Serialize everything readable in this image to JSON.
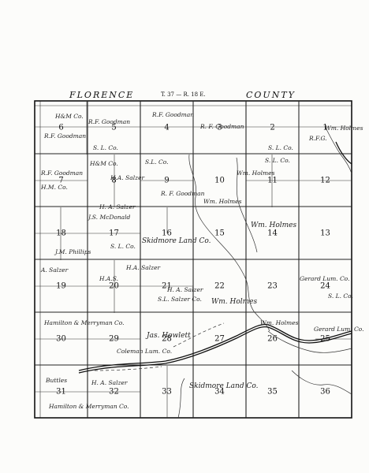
{
  "header": {
    "county_left": "FLORENCE",
    "county_right": "COUNTY",
    "township_range": "T. 37 — R. 18 E."
  },
  "sections": [
    "6",
    "5",
    "4",
    "3",
    "2",
    "1",
    "7",
    "8",
    "9",
    "10",
    "11",
    "12",
    "18",
    "17",
    "16",
    "15",
    "14",
    "13",
    "19",
    "20",
    "21",
    "22",
    "23",
    "24",
    "30",
    "29",
    "28",
    "27",
    "26",
    "25",
    "31",
    "32",
    "33",
    "34",
    "35",
    "36"
  ],
  "owners": {
    "goodman_6": "R.F. Goodman",
    "hm_6": "H&M Co.",
    "goodman_5": "R.F. Goodman",
    "slco_5": "S. L. Co.",
    "goodman_4": "R.F. Goodman",
    "goodman_3": "R. F. Goodman",
    "slco_2": "S. L. Co.",
    "rfg_1": "R.F.G.",
    "wm_holmes_1": "Wm. Holmes",
    "goodman_7": "R.F. Goodman",
    "hmco_7": "H.M. Co.",
    "hmco_8": "H&M Co.",
    "slco_9": "S.L. Co.",
    "goodman_9": "R. F. Goodman",
    "wm_holmes_10": "Wm. Holmes",
    "slco_11": "S. L. Co.",
    "wm_holmes_11b": "Wm. Holmes",
    "salzer_17": "H. A. Salzer",
    "mcdonald_17": "J.S. McDonald",
    "slco_17": "S. L. Co.",
    "phillips_18": "J.M. Phillips",
    "skidmore_16": "Skidmore Land Co.",
    "wm_holmes_14": "Wm. Holmes",
    "salzer_19": "A. Salzer",
    "salzer_20": "H.A. Salzer",
    "salzer_21": "H. A. Salzer",
    "slco_21": "S.L. Salzer Co.",
    "wm_holmes_22": "Wm. Holmes",
    "gerard_24": "Gerard Lum. Co.",
    "slco_24": "S. L. Co.",
    "hamilton_30": "Hamilton & Merryman Co.",
    "coleman_29": "Coleman Lum. Co.",
    "howlett_28": "Jas. Howlett",
    "wm_holmes_26": "Wm. Holmes",
    "gerard_25": "Gerard Lum. Co.",
    "buttles_31": "Buttles",
    "salzer_32": "H. A. Salzer",
    "hamilton_31": "Hamilton & Merryman Co.",
    "skidmore_34": "Skidmore Land Co.",
    "hac_8": "H.A. Salzer",
    "hsq_20": "H.A.S."
  }
}
